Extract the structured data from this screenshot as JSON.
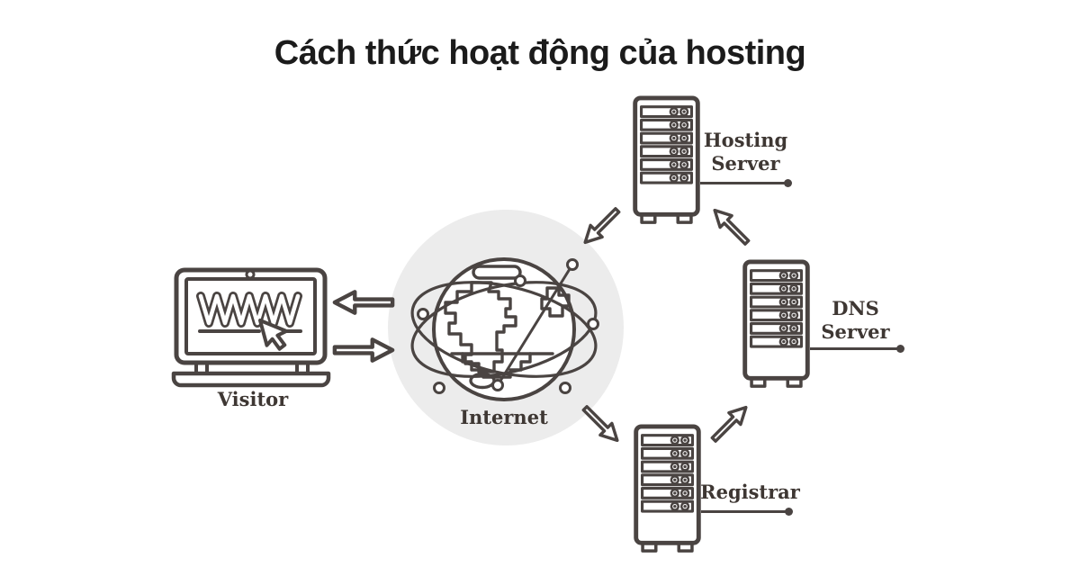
{
  "title": "Cách thức hoạt động của hosting",
  "nodes": {
    "visitor": {
      "label": "Visitor",
      "icon": "laptop-www-icon"
    },
    "internet": {
      "label": "Internet",
      "icon": "globe-network-icon"
    },
    "hosting": {
      "label": "Hosting Server",
      "icon": "server-rack-icon"
    },
    "dns": {
      "label": "DNS Server",
      "icon": "server-rack-icon"
    },
    "registrar": {
      "label": "Registrar",
      "icon": "server-rack-icon"
    }
  },
  "flows": [
    {
      "from": "internet",
      "to": "visitor",
      "direction": "left"
    },
    {
      "from": "visitor",
      "to": "internet",
      "direction": "right"
    },
    {
      "from": "hosting",
      "to": "internet",
      "direction": "down-left"
    },
    {
      "from": "dns",
      "to": "hosting",
      "direction": "up-left"
    },
    {
      "from": "internet",
      "to": "registrar",
      "direction": "down-right"
    },
    {
      "from": "registrar",
      "to": "dns",
      "direction": "up-right"
    }
  ],
  "colors": {
    "background": "#ffffff",
    "line_art": "#4a4442",
    "label_text": "#3e3733",
    "title_text": "#1b1b1b",
    "internet_halo": "#ececec"
  }
}
